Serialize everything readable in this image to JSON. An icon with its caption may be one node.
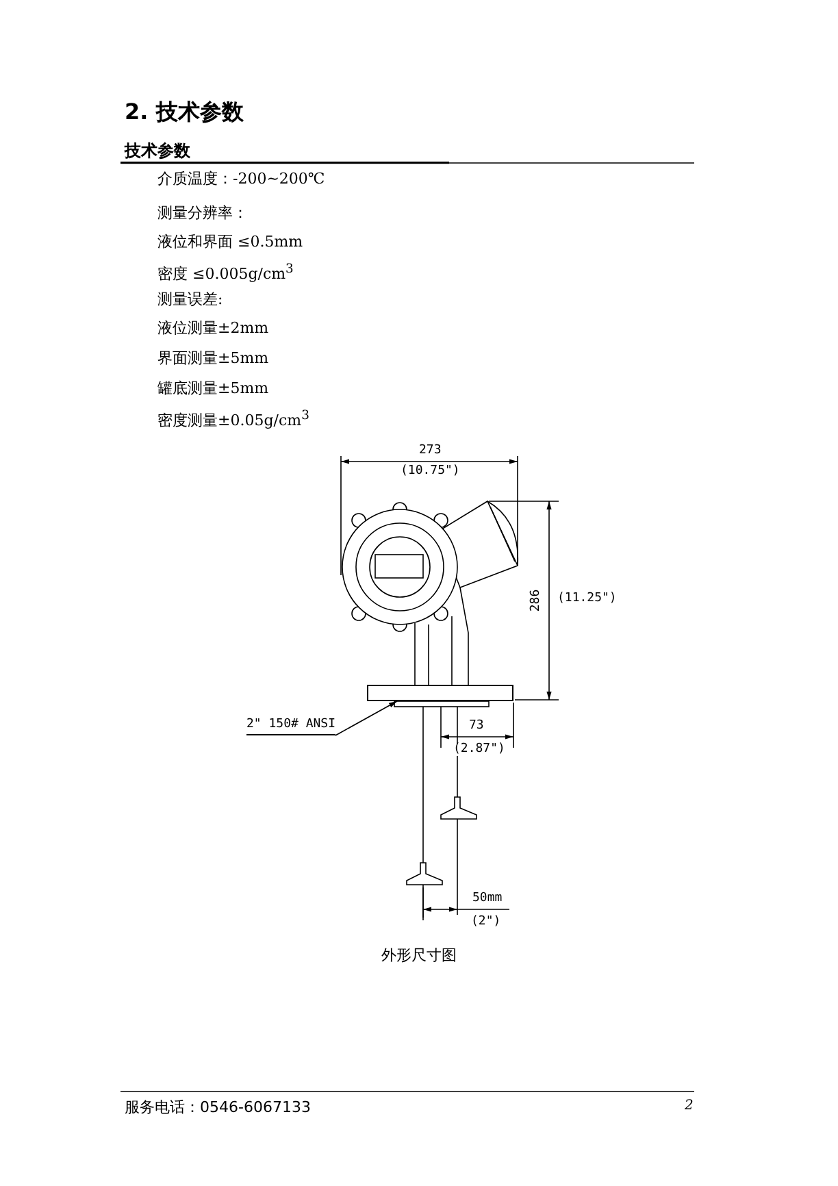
{
  "diagram": {
    "title": "2. 技术参数",
    "caption": "外形尺寸图",
    "nodes": [
      {
        "text": [
          "2\" 150# ANSI"
        ]
      },
      {
        "text": [],
        "shape": "box"
      }
    ],
    "edges": [
      {
        "from": 0,
        "to": 1,
        "arrow": "to"
      }
    ],
    "labels": [
      "技术参数",
      "介质温度：-200~200℃",
      "测量分辨率：",
      "液位和界面 ≤0.5mm",
      "密度 ≤0.005g/cm$^{3}$",
      "测量误差:",
      "液位测量±2mm",
      "界面测量±5mm",
      "罐底测量±5mm",
      "密度测量±0.05g/cm$^{3}$",
      "273",
      "(10.75\")",
      "286",
      "(11.25\")",
      "73",
      "(2.87\")",
      "50mm",
      "(2\")",
      "服务电话：0546-6067133",
      "2"
    ]
  }
}
